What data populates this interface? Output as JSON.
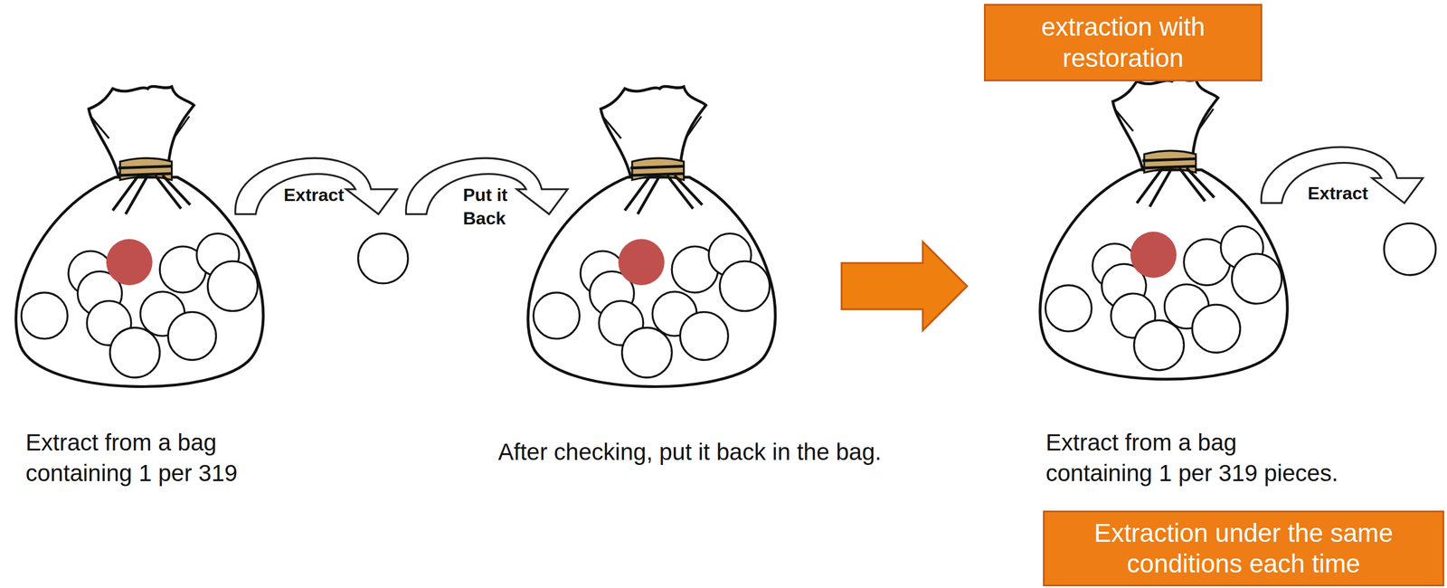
{
  "diagram": {
    "nodes": [
      {
        "text": [
          "extraction with restoration"
        ]
      },
      {
        "text": [
          "Extraction under the same conditions each time"
        ]
      }
    ],
    "labels": [
      "Extract",
      "Put it Back",
      "Extract from a bag containing 1 per 319",
      "After checking, put it back in the bag.",
      "Extract",
      "Extract from a bag containing 1 per 319 pieces."
    ]
  }
}
